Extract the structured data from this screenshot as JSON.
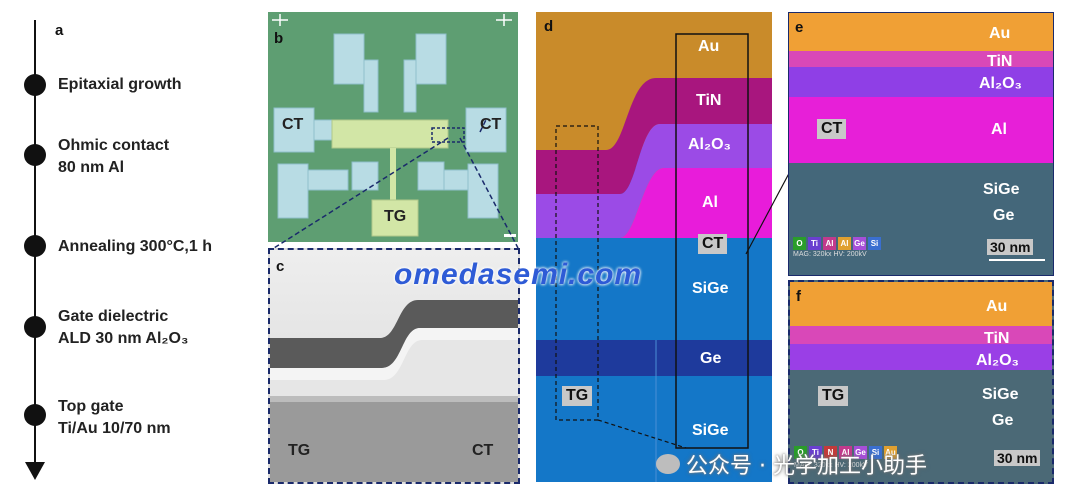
{
  "watermark": "omedasemi.com",
  "wechat_watermark": "公众号 · 光学加工小助手",
  "panel_a": {
    "letter": "a",
    "steps": [
      {
        "line1": "Epitaxial growth",
        "line2": ""
      },
      {
        "line1": "Ohmic contact",
        "line2": "80 nm Al"
      },
      {
        "line1": "Annealing 300°C,1 h",
        "line2": ""
      },
      {
        "line1": "Gate dielectric",
        "line2": "ALD 30 nm Al₂O₃"
      },
      {
        "line1": "Top gate",
        "line2": "Ti/Au 10/70 nm"
      }
    ]
  },
  "panel_b": {
    "letter": "b",
    "ct_left": "CT",
    "ct_right": "CT",
    "tg": "TG"
  },
  "panel_c": {
    "letter": "c",
    "tg": "TG",
    "ct": "CT"
  },
  "panel_d": {
    "letter": "d",
    "layers": {
      "au": "Au",
      "tin": "TiN",
      "al2o3": "Al₂O₃",
      "al": "Al",
      "ct": "CT",
      "sige_top": "SiGe",
      "ge": "Ge",
      "sige_bottom": "SiGe",
      "tg": "TG"
    },
    "colors": {
      "au": "#C98B2A",
      "tin": "#A8167E",
      "al2o3": "#9B4BE6",
      "al": "#E81CDA",
      "sige": "#1477C8",
      "ge": "#1E3A9C"
    }
  },
  "panel_e": {
    "letter": "e",
    "au": "Au",
    "tin": "TiN",
    "al2o3": "Al₂O₃",
    "ct": "CT",
    "al": "Al",
    "sige": "SiGe",
    "ge": "Ge",
    "scale": "30 nm",
    "legend": [
      "O",
      "Ti",
      "Al",
      "Al",
      "Ge",
      "Si"
    ],
    "meta": "MAG: 320kx  HV: 200kV"
  },
  "panel_f": {
    "letter": "f",
    "au": "Au",
    "tin": "TiN",
    "al2o3": "Al₂O₃",
    "tg": "TG",
    "sige": "SiGe",
    "ge": "Ge",
    "scale": "30 nm",
    "legend": [
      "O",
      "Ti",
      "N",
      "Al",
      "Ge",
      "Si",
      "Au"
    ],
    "meta": "MAG: 320kx  HV: 200kV"
  }
}
